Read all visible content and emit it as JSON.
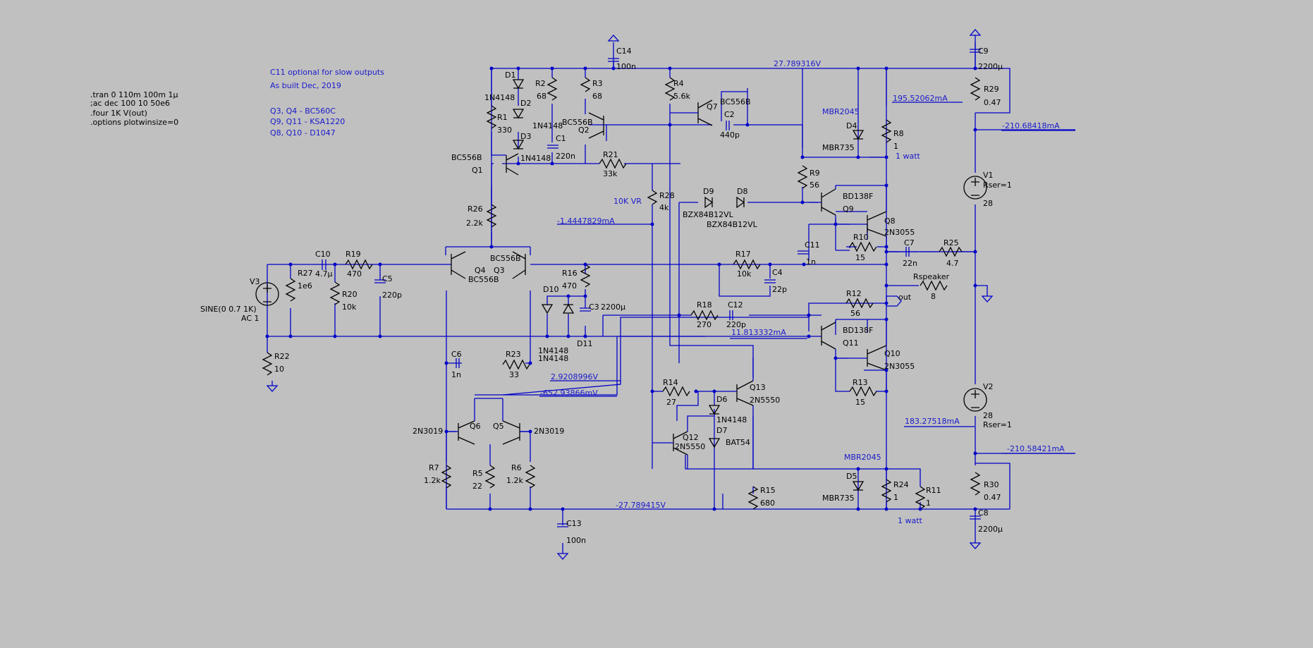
{
  "directives": [
    ".tran 0 110m 100m 1µ",
    ";ac dec 100 10 50e6",
    ".four 1K V(out)",
    ".options plotwinsize=0"
  ],
  "notes": [
    "C11 optional for slow outputs",
    "As built Dec, 2019",
    "Q3, Q4 - BC560C",
    "Q9, Q11 - KSA1220",
    "Q8, Q10 - D1047"
  ],
  "components": {
    "C14": {
      "name": "C14",
      "value": "100n"
    },
    "C9": {
      "name": "C9",
      "value": "2200µ"
    },
    "R29": {
      "name": "R29",
      "value": "0.47"
    },
    "D1": {
      "name": "D1"
    },
    "D2": {
      "name": "D2",
      "value": "1N4148"
    },
    "D3": {
      "name": "D3",
      "value": "1N4148"
    },
    "D1model": "1N4148",
    "R1": {
      "name": "R1",
      "value": "330"
    },
    "R2": {
      "name": "R2",
      "value": "68"
    },
    "R3": {
      "name": "R3",
      "value": "68"
    },
    "C1": {
      "name": "C1",
      "value": "220n"
    },
    "Q1": {
      "name": "Q1",
      "value": "BC556B"
    },
    "Q2": {
      "name": "Q2",
      "value": "BC556B"
    },
    "R21": {
      "name": "R21",
      "value": "33k"
    },
    "R4": {
      "name": "R4",
      "value": "5.6k"
    },
    "Q7": {
      "name": "Q7",
      "value": "BC556B"
    },
    "C2": {
      "name": "C2",
      "value": "440p"
    },
    "D4": {
      "name": "D4",
      "value": "MBR735",
      "extra": "MBR2045"
    },
    "R8": {
      "name": "R8",
      "value": "1",
      "extra": "1 watt"
    },
    "R9": {
      "name": "R9",
      "value": "56"
    },
    "V1": {
      "name": "V1",
      "value": "28",
      "extra": "Rser=1"
    },
    "R26": {
      "name": "R26",
      "value": "2.2k"
    },
    "R28": {
      "name": "R28",
      "value": "4k",
      "extra": "10K VR"
    },
    "D9": {
      "name": "D9",
      "value": "BZX84B12VL"
    },
    "D8": {
      "name": "D8",
      "value": "BZX84B12VL"
    },
    "Q9": {
      "name": "Q9",
      "value": "BD138F"
    },
    "Q8": {
      "name": "Q8",
      "value": "2N3055"
    },
    "R10": {
      "name": "R10",
      "value": "15"
    },
    "C7": {
      "name": "C7",
      "value": "22n"
    },
    "R25": {
      "name": "R25",
      "value": "4.7"
    },
    "C11": {
      "name": "C11",
      "value": "1n"
    },
    "R17": {
      "name": "R17",
      "value": "10k"
    },
    "C4": {
      "name": "C4",
      "value": "22p"
    },
    "C10": {
      "name": "C10",
      "value": "4.7µ"
    },
    "R19": {
      "name": "R19",
      "value": "470"
    },
    "R27": {
      "name": "R27",
      "value": "1e6"
    },
    "C5": {
      "name": "C5",
      "value": "220p"
    },
    "R20": {
      "name": "R20",
      "value": "10k"
    },
    "V3": {
      "name": "V3",
      "value": "SINE(0 0.7 1K)",
      "extra": "AC 1"
    },
    "R22": {
      "name": "R22",
      "value": "10"
    },
    "Q4": {
      "name": "Q4",
      "value": "BC556B"
    },
    "Q3": {
      "name": "Q3",
      "value": "BC556B"
    },
    "R16": {
      "name": "R16",
      "value": "470"
    },
    "D10": {
      "name": "D10",
      "value": "1N4148"
    },
    "D11": {
      "name": "D11",
      "value": "1N4148"
    },
    "C3": {
      "name": "C3",
      "value": "2200µ"
    },
    "Rspeaker": {
      "name": "Rspeaker",
      "value": "8"
    },
    "R12": {
      "name": "R12",
      "value": "56"
    },
    "R18": {
      "name": "R18",
      "value": "270"
    },
    "C12": {
      "name": "C12",
      "value": "220p"
    },
    "Q11": {
      "name": "Q11",
      "value": "BD138F"
    },
    "Q10": {
      "name": "Q10",
      "value": "2N3055"
    },
    "R13": {
      "name": "R13",
      "value": "15"
    },
    "V2": {
      "name": "V2",
      "value": "28",
      "extra": "Rser=1"
    },
    "C6": {
      "name": "C6",
      "value": "1n"
    },
    "R23": {
      "name": "R23",
      "value": "33"
    },
    "R14": {
      "name": "R14",
      "value": "27"
    },
    "Q13": {
      "name": "Q13",
      "value": "2N5550"
    },
    "D6": {
      "name": "D6",
      "value": "1N4148"
    },
    "D7": {
      "name": "D7",
      "value": "BAT54"
    },
    "Q12": {
      "name": "Q12",
      "value": "2N5550"
    },
    "Q6": {
      "name": "Q6",
      "value": "2N3019"
    },
    "Q5": {
      "name": "Q5",
      "value": "2N3019"
    },
    "R7": {
      "name": "R7",
      "value": "1.2k"
    },
    "R5": {
      "name": "R5",
      "value": "22"
    },
    "R6": {
      "name": "R6",
      "value": "1.2k"
    },
    "D5": {
      "name": "D5",
      "value": "MBR735",
      "extra": "MBR2045"
    },
    "R24": {
      "name": "R24",
      "value": "1"
    },
    "R11": {
      "name": "R11",
      "value": "1",
      "extra": "1 watt"
    },
    "R30": {
      "name": "R30",
      "value": "0.47"
    },
    "C8": {
      "name": "C8",
      "value": "2200µ"
    },
    "R15": {
      "name": "R15",
      "value": "680"
    },
    "C13": {
      "name": "C13",
      "value": "100n"
    }
  },
  "net_label_out": "out",
  "probes": {
    "v_pos": "27.789316V",
    "v_neg": "-27.789415V",
    "i_r8": "195.52062mA",
    "i_r29": "-210.68418mA",
    "i_r28": "-1.4447829mA",
    "i_q11": "11.813332mA",
    "i_c6": "2.9208996V",
    "v_q5": "-652.93866mV",
    "i_r13": "183.27518mA",
    "i_r30": "-210.58421mA"
  }
}
